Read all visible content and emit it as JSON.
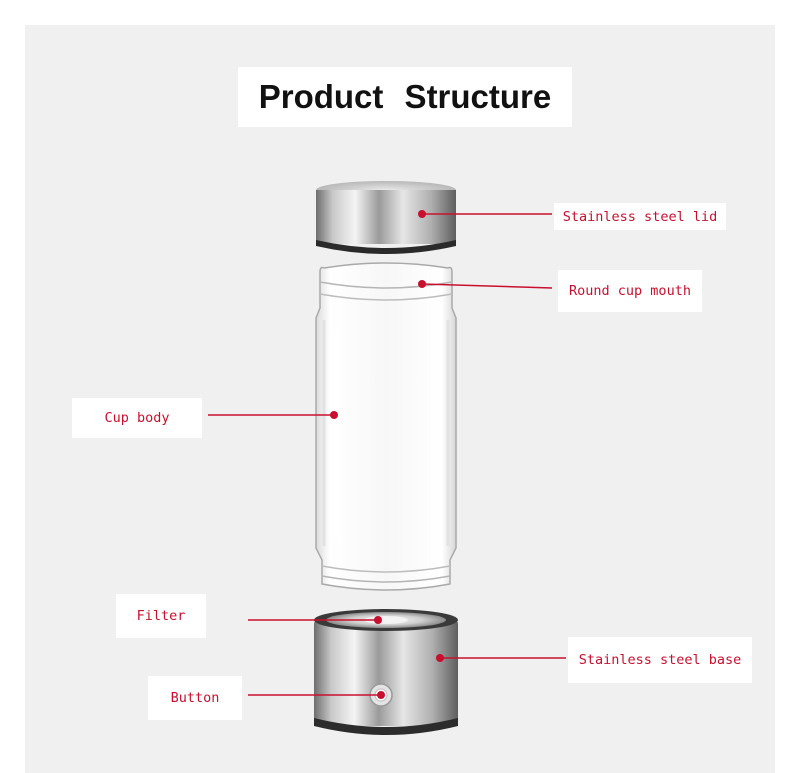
{
  "title": "Product  Structure",
  "labels": {
    "lid": "Stainless steel lid",
    "mouth": "Round cup mouth",
    "body": "Cup body",
    "filter": "Filter",
    "base": "Stainless steel base",
    "button": "Button"
  },
  "colors": {
    "accent": "#c8102e",
    "background": "#f0f0f0",
    "label_box": "#ffffff"
  }
}
